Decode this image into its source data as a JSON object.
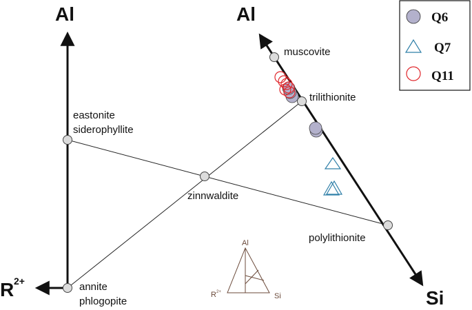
{
  "axes": {
    "left_top": "Al",
    "right_top": "Al",
    "bottom_left": "R",
    "bottom_left_sup": "2+",
    "bottom_right": "Si"
  },
  "endmembers": {
    "muscovite": "muscovite",
    "trilithionite": "trilithionite",
    "eastonite": "eastonite",
    "siderophyllite": "siderophyllite",
    "zinnwaldite": "zinnwaldite",
    "polylithionite": "polylithionite",
    "annite": "annite",
    "phlogopite": "phlogopite"
  },
  "legend": {
    "items": [
      {
        "label": "Q6",
        "marker": "filled-circle",
        "color": "#b3b1cc"
      },
      {
        "label": "Q7",
        "marker": "open-triangle",
        "color": "#2f7fa8"
      },
      {
        "label": "Q11",
        "marker": "open-circle",
        "color": "#e0252a"
      }
    ]
  },
  "inset": {
    "top": "Al",
    "left": "R",
    "left_sup": "2+",
    "right": "Si"
  },
  "colors": {
    "line": "#222222",
    "node_fill": "#dcdcdc",
    "inset_line": "#6b4a3a"
  }
}
